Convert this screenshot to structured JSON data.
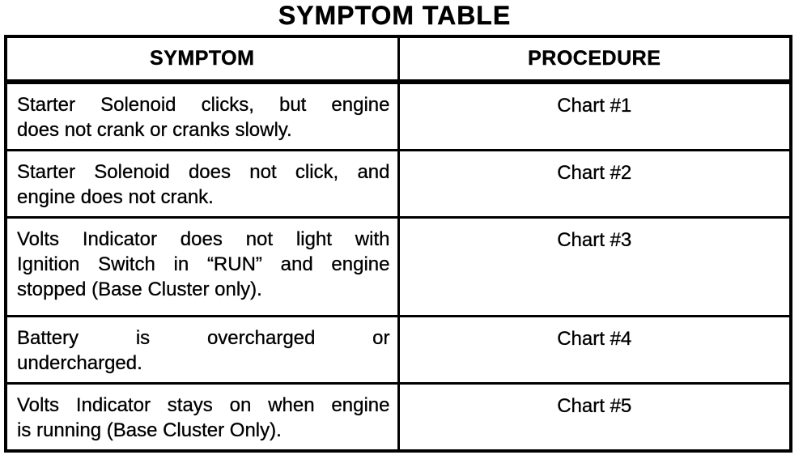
{
  "page": {
    "title": "SYMPTOM TABLE"
  },
  "table": {
    "headers": {
      "symptom": "SYMPTOM",
      "procedure": "PROCEDURE"
    },
    "rows": [
      {
        "symptom_lines": [
          "Starter Solenoid clicks, but engine",
          "does not crank or cranks slowly."
        ],
        "procedure": "Chart #1"
      },
      {
        "symptom_lines": [
          "Starter Solenoid does not click, and",
          "engine does not crank."
        ],
        "procedure": "Chart #2"
      },
      {
        "symptom_lines": [
          "Volts Indicator does not light with",
          "Ignition Switch in “RUN” and engine",
          "stopped (Base Cluster only)."
        ],
        "procedure": "Chart #3"
      },
      {
        "symptom_lines": [
          "Battery is overcharged or",
          "undercharged."
        ],
        "procedure": "Chart #4"
      },
      {
        "symptom_lines": [
          "Volts Indicator stays on when engine",
          "is running (Base Cluster Only)."
        ],
        "procedure": "Chart #5"
      }
    ]
  },
  "colors": {
    "ink": "#000000",
    "paper": "#ffffff"
  }
}
